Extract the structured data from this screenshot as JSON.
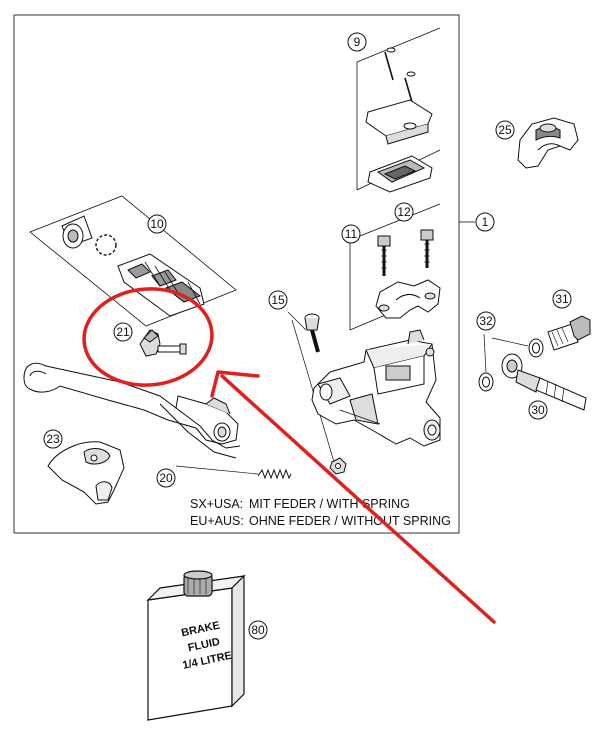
{
  "callouts": {
    "c1": "1",
    "c9": "9",
    "c10": "10",
    "c11": "11",
    "c12": "12",
    "c15": "15",
    "c20": "20",
    "c21": "21",
    "c23": "23",
    "c25": "25",
    "c30": "30",
    "c31": "31",
    "c32": "32",
    "c80": "80"
  },
  "notes": {
    "sx_usa_label": "SX+USA:",
    "sx_usa_text": "MIT FEDER / WITH SPRING",
    "eu_aus_label": "EU+AUS:",
    "eu_aus_text": "OHNE FEDER / WITHOUT SPRING"
  },
  "fluid_label": {
    "line1": "BRAKE",
    "line2": "FLUID",
    "line3": "1/4 LITRE"
  },
  "colors": {
    "annotation": "#e0201c",
    "line": "#111111",
    "part_fill": "#ffffff",
    "shade": "#c8c8c8"
  }
}
